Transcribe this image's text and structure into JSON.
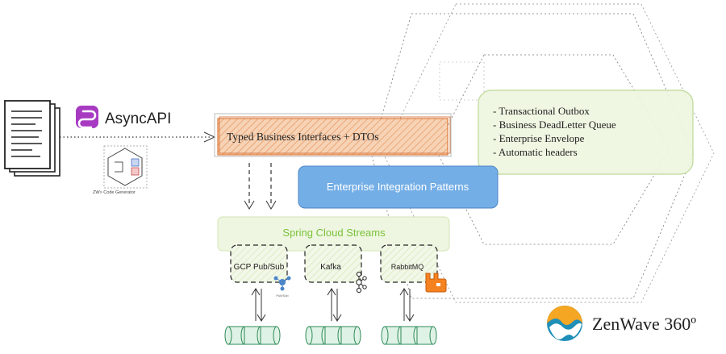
{
  "asyncapi": {
    "label": "AsyncAPI"
  },
  "generator": {
    "caption": "ZW> Code Generator"
  },
  "interfaces_box": {
    "label": "Typed Business Interfaces + DTOs"
  },
  "eip_box": {
    "label": "Enterprise Integration Patterns"
  },
  "patterns": {
    "items": [
      "- Transactional Outbox",
      "- Business DeadLetter Queue",
      "- Enterprise Envelope",
      "- Automatic headers"
    ]
  },
  "scs_box": {
    "label": "Spring Cloud Streams"
  },
  "binders": {
    "items": [
      {
        "label": "GCP Pub/Sub",
        "icon": "pubsub-icon",
        "icon_caption": "Pub/Sub"
      },
      {
        "label": "Kafka",
        "icon": "kafka-icon"
      },
      {
        "label": "RabbitMQ",
        "icon": "rabbitmq-icon"
      }
    ]
  },
  "brand": {
    "name": "ZenWave 360º"
  },
  "colors": {
    "orange": "#f4c9a8",
    "orange_stroke": "#e07a3a",
    "blue": "#74aee6",
    "blue_stroke": "#4a86c8",
    "green_fill": "#eef6e0",
    "green_stroke": "#b8d68f",
    "green_text": "#7cc13a",
    "binder_fill": "#eef6e0",
    "cyl_fill": "#dff2e6",
    "cyl_stroke": "#2e8b57",
    "asyncapi_a": "#7b3fe4",
    "asyncapi_b": "#e0359a",
    "zen_blue": "#1f8fb8",
    "zen_orange": "#f5a623"
  }
}
